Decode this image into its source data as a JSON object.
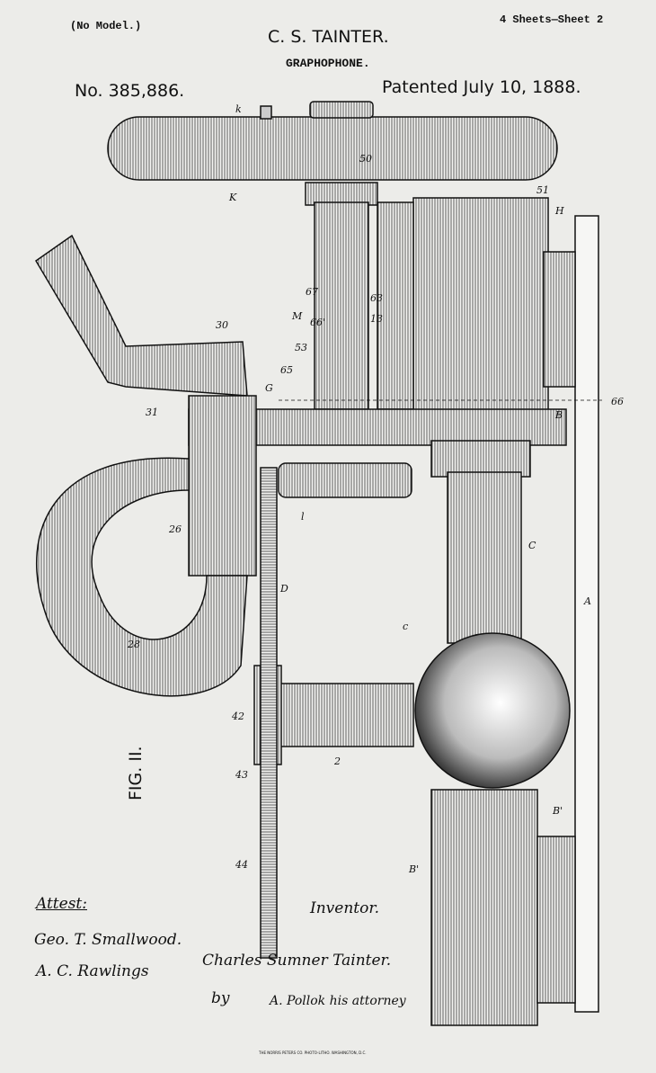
{
  "header": {
    "no_model": "(No Model.)",
    "sheets": "4 Sheets—Sheet 2",
    "inventor_name": "C. S. TAINTER.",
    "title": "GRAPHOPHONE.",
    "patent_no": "No. 385,886.",
    "patented": "Patented July 10, 1888."
  },
  "figure": {
    "label": "FIG. II.",
    "refs": {
      "K": "K",
      "k": "k",
      "r50": "50",
      "r51": "51",
      "H": "H",
      "r67": "67",
      "M": "M",
      "r66p": "66'",
      "r63": "63",
      "r13": "13",
      "r53": "53",
      "r65": "65",
      "G": "G",
      "r30": "30",
      "r31": "31",
      "B": "B",
      "r66": "66",
      "r26": "26",
      "l": "l",
      "C": "C",
      "D": "D",
      "c": "c",
      "A": "A",
      "r28": "28",
      "r42": "42",
      "r2": "2",
      "r43": "43",
      "r44": "44",
      "Bp1": "B'",
      "Bp2": "B'"
    }
  },
  "signatures": {
    "attest": "Attest:",
    "witness1": "Geo. T. Smallwood.",
    "witness2": "A. C. Rawlings",
    "inventor_label": "Inventor.",
    "inventor": "Charles Sumner Tainter.",
    "by": "by",
    "attorney": "A. Pollok his attorney"
  },
  "footer": {
    "printer": "THE NORRIS PETERS CO. PHOTO-LITHO. WASHINGTON, D.C."
  }
}
